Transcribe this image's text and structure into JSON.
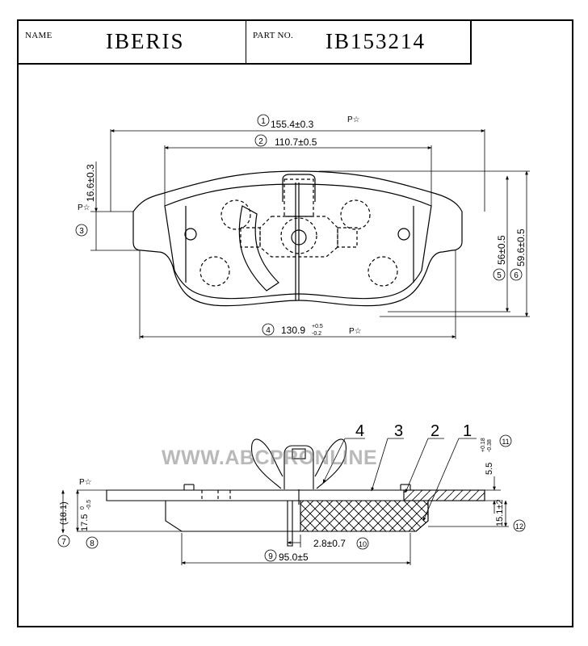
{
  "title_block": {
    "name_label": "NAME",
    "name_value": "IBERIS",
    "part_label": "PART NO.",
    "part_value": "IB153214"
  },
  "top_view": {
    "dim1": {
      "num": "1",
      "text": "155.4±0.3",
      "mark": "P☆"
    },
    "dim2": {
      "num": "2",
      "text": "110.7±0.5"
    },
    "dim3": {
      "num": "3",
      "text": "16.6±0.3",
      "mark": "P☆"
    },
    "dim4": {
      "num": "4",
      "text": "130.9",
      "tol_upper": "+0.5",
      "tol_lower": "-0.2",
      "mark": "P☆"
    },
    "dim5": {
      "num": "5",
      "text": "56±0.5"
    },
    "dim6": {
      "num": "6",
      "text": "59.6±0.5"
    }
  },
  "side_view": {
    "mark": "P☆",
    "dim7": {
      "num": "7",
      "text": "(18.1)"
    },
    "dim8": {
      "num": "8",
      "text": "17.5",
      "tol_upper": "0",
      "tol_lower": "-0.5"
    },
    "dim9": {
      "num": "9",
      "text": "95.0±5"
    },
    "dim10": {
      "num": "10",
      "text": "2.8±0.7"
    },
    "dim11": {
      "num": "11",
      "text": "5.5",
      "tol_upper": "+0.18",
      "tol_lower": "-0.38"
    },
    "dim12": {
      "num": "12",
      "text": "15.1±2"
    },
    "callouts": [
      "4",
      "3",
      "2",
      "1"
    ]
  },
  "watermark": "WWW.ABCPRONLINE"
}
